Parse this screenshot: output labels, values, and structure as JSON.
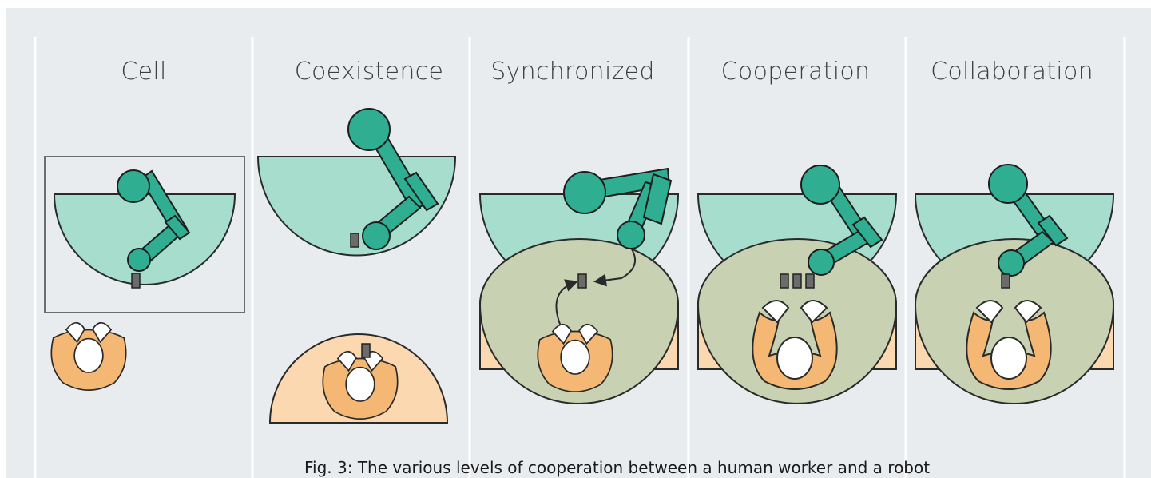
{
  "panels": [
    {
      "id": "cell",
      "title": "Cell"
    },
    {
      "id": "coexistence",
      "title": "Coexistence"
    },
    {
      "id": "synchronized",
      "title": "Synchronized"
    },
    {
      "id": "cooperation",
      "title": "Cooperation"
    },
    {
      "id": "collaboration",
      "title": "Collaboration"
    }
  ],
  "caption": "Fig. 3: The various levels of cooperation between a human worker and a robot",
  "colors": {
    "background": "#e9ecef",
    "divider": "#ffffff",
    "robot": "#2fae92",
    "robot_zone": "#a6ddcd",
    "human_zone": "#fbd8b0",
    "overlap_zone": "#c9d1b3",
    "worker_body": "#f5b774",
    "outline": "#2a2a2a",
    "workpiece": "#6b6b6b"
  },
  "icons": [
    "robot-arm-icon",
    "human-worker-icon",
    "workpiece-icon",
    "handover-arrow-icon"
  ]
}
